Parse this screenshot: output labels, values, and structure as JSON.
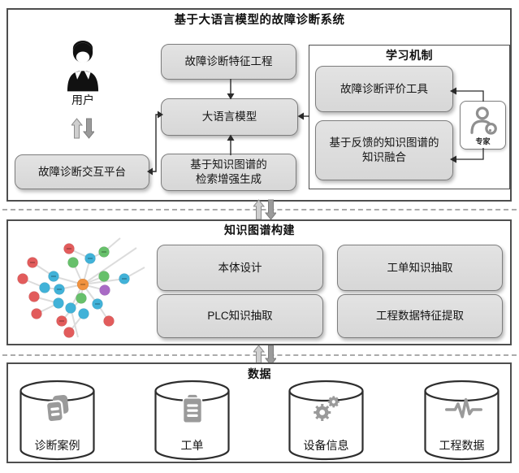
{
  "top": {
    "title": "基于大语言模型的故障诊断系统",
    "user_label": "用户",
    "platform_box": "故障诊断交互平台",
    "feature_box": "故障诊断特征工程",
    "llm_box": "大语言模型",
    "rag_box": "基于知识图谱的检索增强生成",
    "learning": {
      "title": "学习机制",
      "eval_box": "故障诊断评价工具",
      "fusion_box": "基于反馈的知识图谱的知识融合",
      "expert_label": "专家"
    }
  },
  "middle": {
    "title": "知识图谱构建",
    "ontology_box": "本体设计",
    "workorder_box": "工单知识抽取",
    "plc_box": "PLC知识抽取",
    "engdata_box": "工程数据特征提取"
  },
  "bottom": {
    "title": "数据",
    "datastores": [
      {
        "label": "诊断案例",
        "icon": "documents-icon"
      },
      {
        "label": "工单",
        "icon": "clipboard-icon"
      },
      {
        "label": "设备信息",
        "icon": "gears-icon"
      },
      {
        "label": "工程数据",
        "icon": "waveform-icon"
      }
    ]
  },
  "graph_legend": {
    "center_color": "#f0923f",
    "red_color": "#e25c5c",
    "blue_color": "#41b2d8",
    "green_color": "#67c06b",
    "purple_color": "#a96bc5"
  },
  "colors": {
    "box_fill": "#dcdcdc",
    "box_border": "#7d7d7d",
    "section_border": "#4e4e4e",
    "connector": "#2a2a2a",
    "double_arrow_light": "#cfcfcf",
    "double_arrow_dark": "#9b9b9b"
  }
}
